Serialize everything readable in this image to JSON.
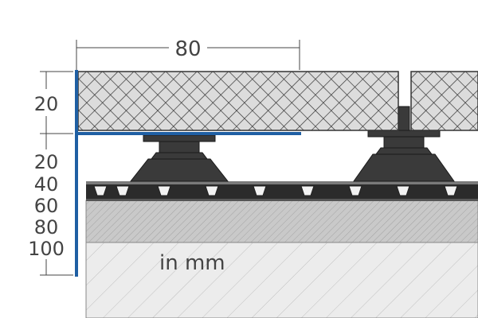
{
  "dimensions": {
    "top_width": "80",
    "tile_height": "20",
    "height_range": [
      "20",
      "40",
      "60",
      "80",
      "100"
    ]
  },
  "unit_note": "in mm",
  "colors": {
    "profile": "#1f5fa3",
    "tile_fill": "#d9d9d9",
    "pedestal": "#3a3a3a",
    "mat": "#2b2b2b",
    "screed": "#c8c8c8",
    "concrete": "#e9e9e9",
    "dimension_line": "#444444"
  }
}
